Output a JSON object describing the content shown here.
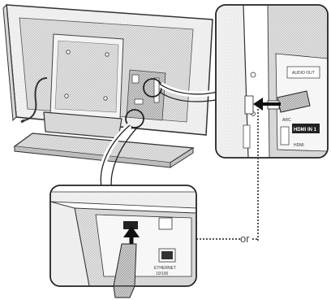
{
  "figure": {
    "or_label": "or",
    "callout_top": {
      "port_label_1": "AUDIO OUT",
      "port_label_2": "HDMI IN 1",
      "port_label_3": "ARC",
      "port_label_4": "HDMI"
    },
    "callout_bottom": {
      "port_label_1": "ETHERNET",
      "port_label_2": "10/100"
    }
  }
}
